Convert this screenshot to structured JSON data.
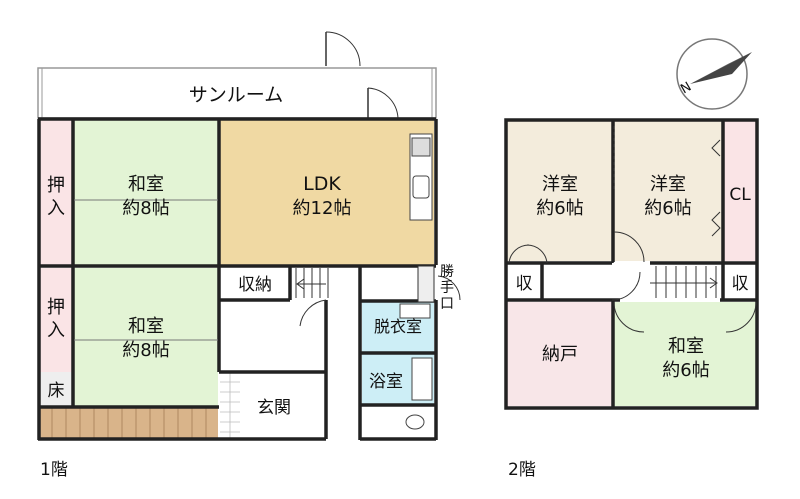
{
  "floor1": {
    "caption": "1階",
    "rooms": {
      "sunroom": "サンルーム",
      "washitsu_upper_name": "和室",
      "washitsu_upper_size": "約8帖",
      "ldk_name": "LDK",
      "ldk_size": "約12帖",
      "oshiire_upper": "押入",
      "oshiire_lower": "押入",
      "washitsu_lower_name": "和室",
      "washitsu_lower_size": "約8帖",
      "toko": "床",
      "shuno": "収納",
      "katteguchi": "勝手口",
      "datsuishitsu": "脱衣室",
      "yokushitsu": "浴室",
      "genkan": "玄関"
    }
  },
  "floor2": {
    "caption": "2階",
    "rooms": {
      "yoshitsu_left_name": "洋室",
      "yoshitsu_left_size": "約6帖",
      "yoshitsu_right_name": "洋室",
      "yoshitsu_right_size": "約6帖",
      "closet": "CL",
      "shu_left": "収",
      "shu_right": "収",
      "nando": "納戸",
      "washitsu_name": "和室",
      "washitsu_size": "約6帖"
    }
  },
  "compass": {
    "label": "N"
  },
  "colors": {
    "tatami": "#e3f4d5",
    "ldk": "#f0d9a3",
    "oshiire": "#fae4e6",
    "western": "#f3ecdc",
    "nando": "#f8e6e8",
    "bath": "#cdeef6",
    "wall": "#222222"
  }
}
